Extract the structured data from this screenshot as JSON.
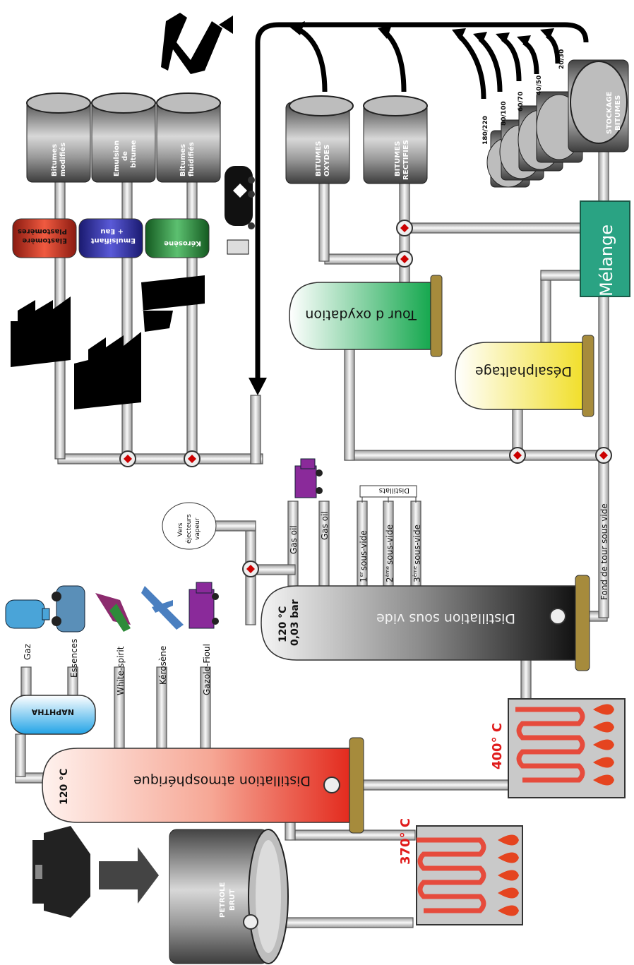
{
  "vessels": {
    "atmospheric": "Distillation atmosphérique",
    "vacuum": "Distillation sous vide",
    "oxidation": "Tour d oxydation",
    "deasphalting": "Désalphaltage",
    "naphtha": "NAPHTHA",
    "mixing": "Mélange"
  },
  "temperatures": {
    "atm_top": "120 °C",
    "vac_top_temp": "120 °C",
    "vac_top_pressure": "0,03 bar",
    "furnace_atm": "370° C",
    "furnace_vac": "400° C"
  },
  "atm_products": {
    "gaz": "Gaz",
    "essences": "Essences",
    "white_spirit": "White-spirit",
    "kerosene": "Kérosène",
    "gazole": "Gazole-Fioul"
  },
  "vac_products": {
    "gas_oil_1": "Gas oil",
    "gas_oil_2": "Gas oil",
    "d1_num": "1",
    "d1_sup": "er",
    "d1": "sous-vide",
    "d2_num": "2",
    "d2_sup": "ème",
    "d2": "sous-vide",
    "d3_num": "3",
    "d3_sup": "ème",
    "d3": "sous-vide",
    "distillats": "Distillats",
    "bottoms": "Fond de tour sous vide"
  },
  "ejectors": {
    "line1": "Vers",
    "line2": "éjecteurs",
    "line3": "vapeur"
  },
  "tanks": {
    "crude_l1": "PETROLE",
    "crude_l2": "BRUT",
    "storage_l1": "STOCKAGE",
    "storage_l2": "BITUMES",
    "oxides_l1": "BITUMES",
    "oxides_l2": "OXYDES",
    "rectified_l1": "BITUMES",
    "rectified_l2": "RECTIFIES",
    "modified_l1": "Bitumes",
    "modified_l2": "modifiés",
    "emulsion_l1": "Emulsion",
    "emulsion_l2": "de",
    "emulsion_l3": "bitume",
    "fluidified_l1": "Bitumes",
    "fluidified_l2": "fluidifiés"
  },
  "grades": [
    "180/220",
    "80/100",
    "60/70",
    "40/50",
    "20/30"
  ],
  "drums": {
    "elastomere_l1": "Elastomère",
    "elastomere_l2": "Plastomères",
    "emulsifiant_l1": "Emulsifiant",
    "emulsifiant_l2": "+ Eau",
    "kerosene": "Kérosène"
  },
  "colors": {
    "pipe": "#e6e6e6",
    "pipe_edge": "#555555",
    "tank_dark": "#5a5a5a",
    "tank_light": "#cfcfcf",
    "temp_red": "#e01a1a",
    "mixing": "#2aa383",
    "oxidation_green": "#1fae5a",
    "deasphalting_yellow": "#f4e23c",
    "naphtha_blue": "#27a9e8",
    "atm_red": "#e63a2a",
    "vacuum_dark": "#1a1a1a"
  }
}
